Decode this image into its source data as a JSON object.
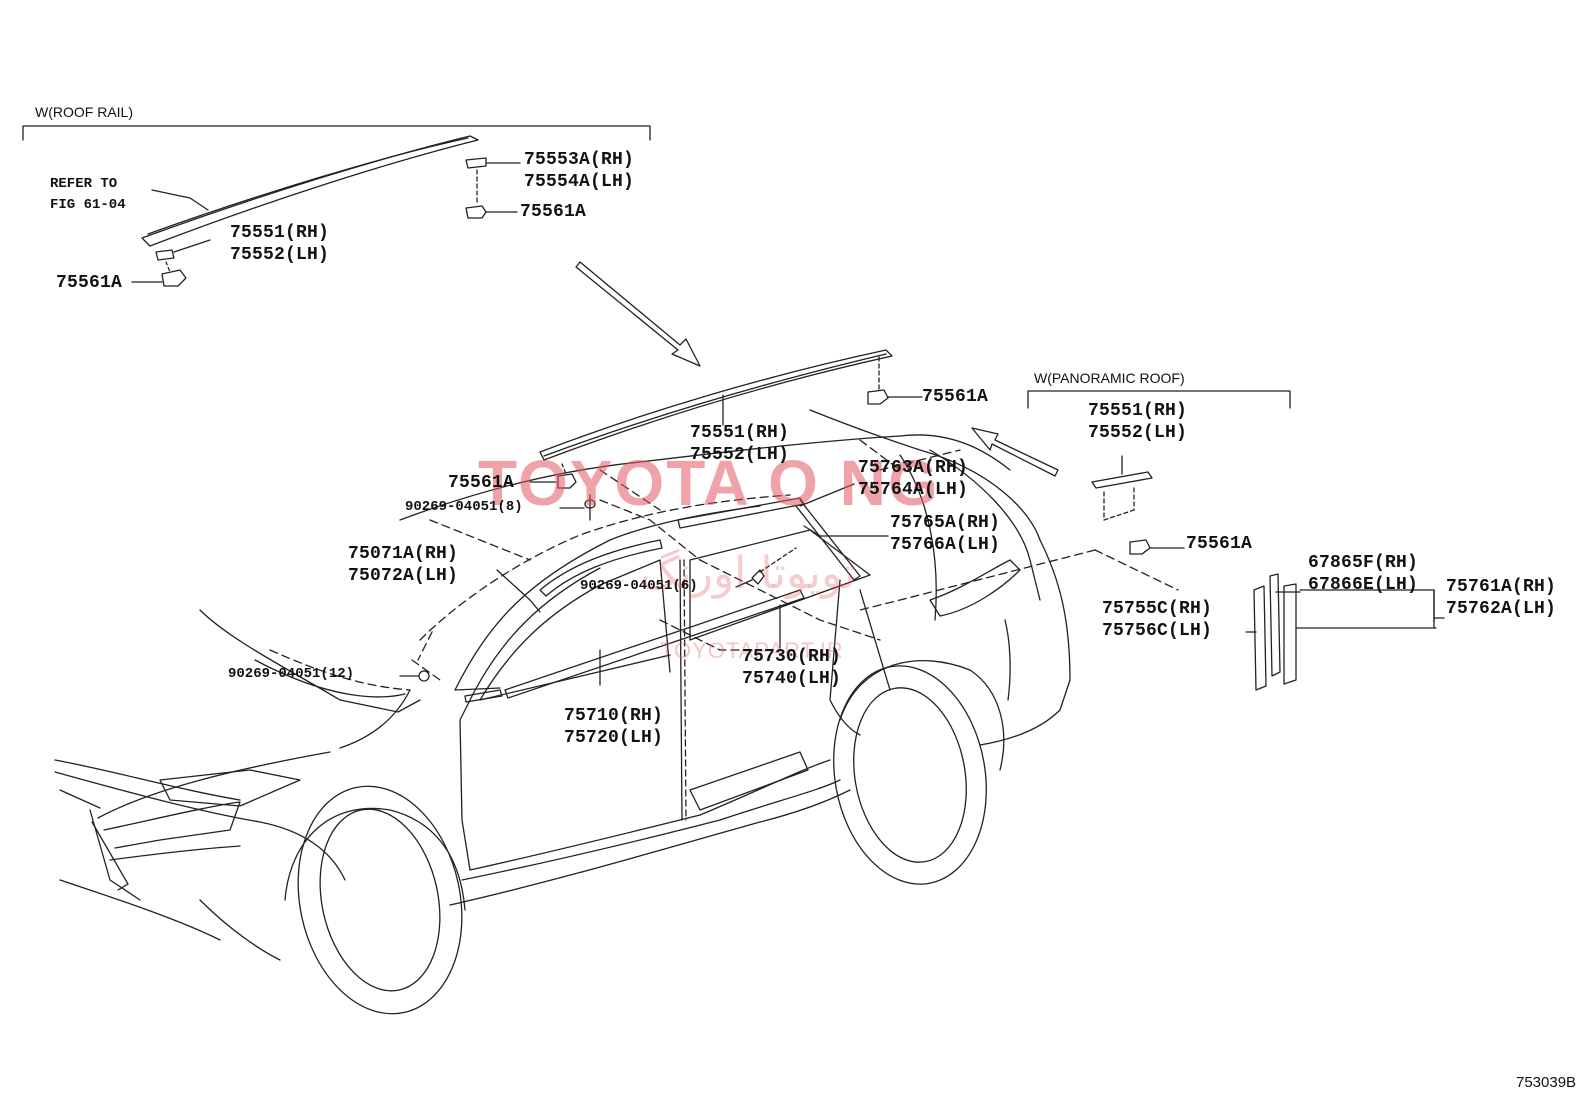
{
  "diagram": {
    "figure_code": "753039B",
    "watermark": {
      "brand": "TOYOTA O NG",
      "persian": "تویوتا اورنگ",
      "site": "TOYOTAPART.IR"
    },
    "groups": {
      "roof_rail": "W(ROOF RAIL)",
      "panoramic_roof": "W(PANORAMIC ROOF)"
    },
    "labels": {
      "refer_to_1": "REFER TO",
      "refer_to_2": "FIG 61-04",
      "rr_75553": "75553A(RH)",
      "rr_75554": "75554A(LH)",
      "rr_75561_top": "75561A",
      "rr_75551": "75551(RH)",
      "rr_75552": "75552(LH)",
      "rr_75561_left": "75561A",
      "main_75561_right": "75561A",
      "main_75551": "75551(RH)",
      "main_75552": "75552(LH)",
      "main_75561_left": "75561A",
      "clip_8": "90269-04051(8)",
      "p_75763": "75763A(RH)",
      "p_75764": "75764A(LH)",
      "p_75765": "75765A(RH)",
      "p_75766": "75766A(LH)",
      "p_75071": "75071A(RH)",
      "p_75072": "75072A(LH)",
      "clip_6": "90269-04051(6)",
      "clip_12": "90269-04051(12)",
      "p_75730": "75730(RH)",
      "p_75740": "75740(LH)",
      "p_75710": "75710(RH)",
      "p_75720": "75720(LH)",
      "pr_75551": "75551(RH)",
      "pr_75552": "75552(LH)",
      "pr_75561": "75561A",
      "p_67865": "67865F(RH)",
      "p_67866": "67866E(LH)",
      "p_75755": "75755C(RH)",
      "p_75756": "75756C(LH)",
      "p_75761": "75761A(RH)",
      "p_75762": "75762A(LH)"
    }
  }
}
